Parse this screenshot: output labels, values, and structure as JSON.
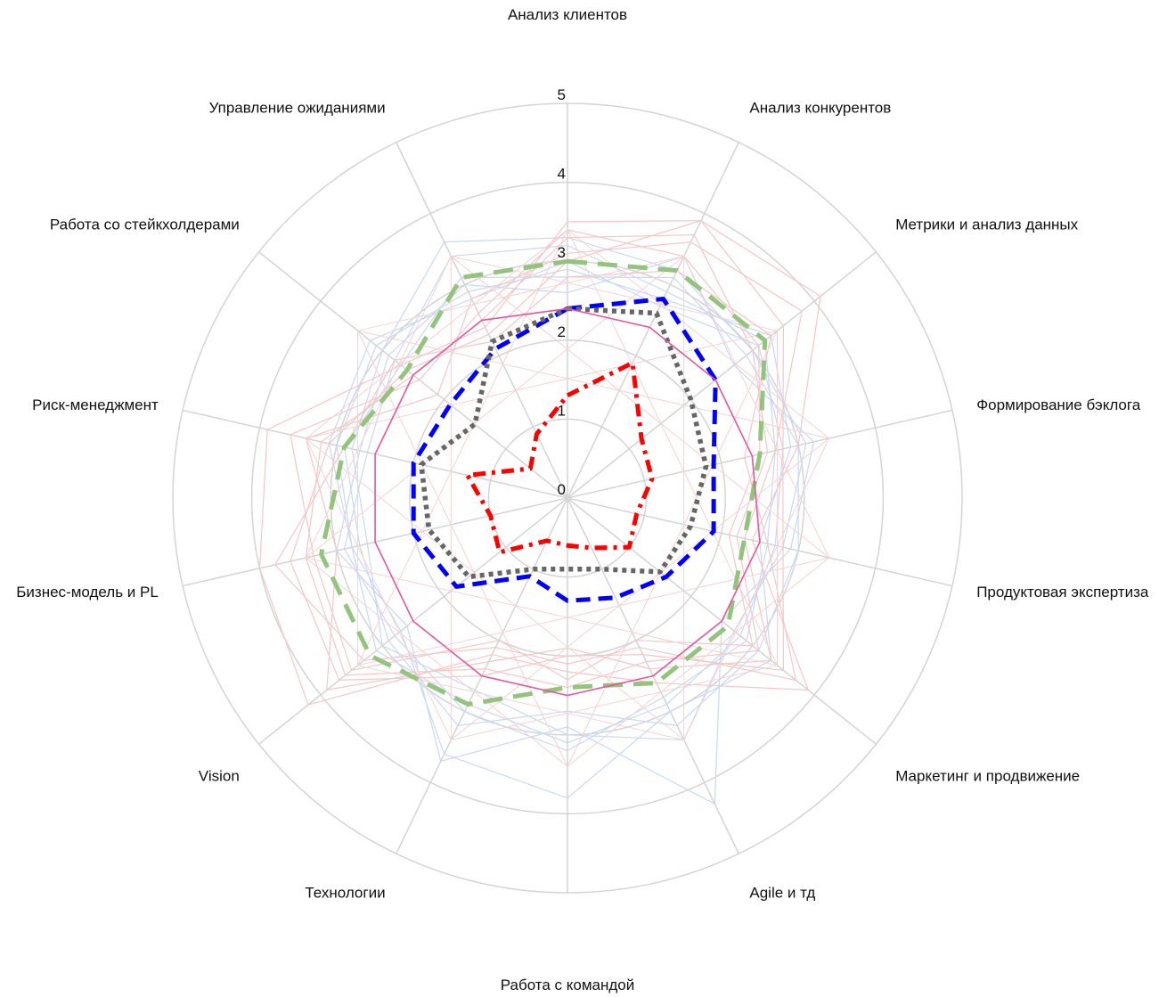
{
  "chart_data": {
    "type": "radar",
    "axes": [
      "Анализ клиентов",
      "Анализ конкурентов",
      "Метрики и анализ данных",
      "Формирование бэклога",
      "Продуктовая экспертиза",
      "Маркетинг и продвижение",
      "Agile и тд",
      "Работа с командой",
      "Технологии",
      "Vision",
      "Бизнес-модель и PL",
      "Риск-менеджмент",
      "Работа со стейкхолдерами",
      "Управление ожиданиями"
    ],
    "rlim": [
      0,
      5
    ],
    "ticks": [
      "0",
      "1",
      "2",
      "3",
      "4",
      "5"
    ],
    "grid": true,
    "series": [
      {
        "values": [
          3.0,
          3.2,
          3.2,
          2.5,
          2.3,
          2.6,
          2.6,
          2.4,
          2.9,
          3.2,
          3.2,
          2.9,
          2.6,
          3.1
        ],
        "color": "#93c47d",
        "dash": "dashed-long"
      },
      {
        "values": [
          2.4,
          2.8,
          2.4,
          1.9,
          1.9,
          1.6,
          1.4,
          1.3,
          1.1,
          1.8,
          2.0,
          2.0,
          1.9,
          2.1
        ],
        "color": "#0000ff",
        "dash": "dashed"
      },
      {
        "values": [
          2.4,
          2.6,
          2.0,
          1.8,
          1.6,
          1.5,
          1.0,
          0.9,
          1.0,
          1.6,
          1.8,
          1.9,
          1.5,
          2.2
        ],
        "color": "#666666",
        "dash": "dotted"
      },
      {
        "values": [
          1.3,
          1.9,
          1.2,
          1.1,
          0.9,
          1.0,
          0.7,
          0.6,
          0.6,
          1.1,
          1.0,
          1.3,
          0.6,
          0.9
        ],
        "color": "#ff0000",
        "dash": "dash-dot"
      },
      {
        "values": [
          2.4,
          2.4,
          2.4,
          2.4,
          2.5,
          2.5,
          2.5,
          2.5,
          2.5,
          2.5,
          2.5,
          2.5,
          2.5,
          2.5
        ],
        "color": "#e8559c",
        "dash": "solid"
      }
    ],
    "background_series": {
      "blue": [
        [
          3.3,
          3.2,
          3.0,
          3.1,
          2.8,
          2.7,
          3.4,
          3.0,
          2.7,
          3.0,
          2.6,
          2.8,
          3.0,
          3.6
        ],
        [
          2.9,
          2.8,
          3.3,
          2.9,
          2.5,
          3.3,
          3.0,
          3.8,
          3.6,
          2.7,
          2.8,
          3.0,
          3.1,
          2.9
        ],
        [
          2.6,
          3.4,
          2.7,
          3.2,
          2.9,
          2.5,
          4.3,
          2.9,
          3.7,
          2.6,
          3.0,
          2.7,
          2.9,
          3.0
        ],
        [
          3.2,
          2.9,
          3.2,
          2.7,
          2.6,
          2.9,
          2.8,
          3.2,
          3.0,
          2.8,
          2.9,
          2.6,
          2.8,
          3.4
        ],
        [
          2.8,
          3.1,
          2.9,
          3.0,
          3.0,
          3.1,
          3.2,
          2.7,
          3.2,
          2.9,
          2.7,
          2.9,
          2.7,
          3.1
        ],
        [
          3.0,
          2.7,
          3.1,
          2.8,
          2.7,
          2.8,
          2.9,
          3.1,
          2.9,
          3.1,
          2.8,
          3.1,
          3.2,
          2.8
        ]
      ],
      "red": [
        [
          3.5,
          3.9,
          4.1,
          3.0,
          2.4,
          3.9,
          2.6,
          2.2,
          2.2,
          4.2,
          4.0,
          3.9,
          2.7,
          2.4
        ],
        [
          3.0,
          3.9,
          3.5,
          2.8,
          2.8,
          3.5,
          2.2,
          2.0,
          2.5,
          3.7,
          3.6,
          3.1,
          2.6,
          2.3
        ],
        [
          3.4,
          3.4,
          3.1,
          2.5,
          2.1,
          3.0,
          2.0,
          2.3,
          2.0,
          3.5,
          3.3,
          3.6,
          2.4,
          2.6
        ],
        [
          3.1,
          3.6,
          3.8,
          2.7,
          2.3,
          3.3,
          2.4,
          1.9,
          2.3,
          3.9,
          3.0,
          3.4,
          2.1,
          2.8
        ],
        [
          2.8,
          3.2,
          3.3,
          2.3,
          2.6,
          3.7,
          2.1,
          2.1,
          2.1,
          3.3,
          3.8,
          2.9,
          2.8,
          2.2
        ],
        [
          3.3,
          3.7,
          3.0,
          2.6,
          2.2,
          3.1,
          2.3,
          2.4,
          2.4,
          3.6,
          3.4,
          3.2,
          2.5,
          2.5
        ]
      ]
    }
  }
}
